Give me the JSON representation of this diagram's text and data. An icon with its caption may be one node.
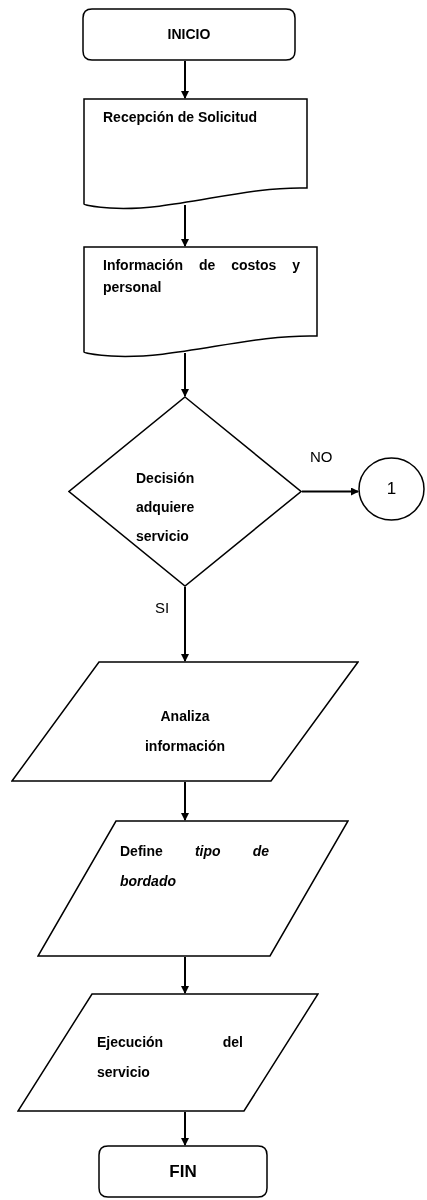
{
  "diagram": {
    "nodes": [
      {
        "text": [
          "INICIO"
        ]
      },
      {
        "text": [
          "Recepción de Solicitud"
        ]
      },
      {
        "text": [
          "Información de costos y personal"
        ]
      },
      {
        "text": [
          "Decisión adquiere servicio"
        ]
      },
      {
        "text": [
          "1"
        ]
      },
      {
        "text": [
          "Analiza información"
        ]
      },
      {
        "text": [
          "Define *tipo de bordado*"
        ]
      },
      {
        "text": [
          "Ejecución del servicio"
        ]
      },
      {
        "text": [
          "FIN"
        ]
      }
    ],
    "edges": [
      {
        "from": 0,
        "to": 1,
        "arrow": "to"
      },
      {
        "from": 1,
        "to": 2,
        "arrow": "to"
      },
      {
        "from": 2,
        "to": 3,
        "arrow": "to"
      },
      {
        "from": 3,
        "to": 4,
        "arrow": "to",
        "label": "NO"
      },
      {
        "from": 3,
        "to": 5,
        "arrow": "to",
        "label": "SI"
      },
      {
        "from": 5,
        "to": 6,
        "arrow": "to"
      },
      {
        "from": 6,
        "to": 7,
        "arrow": "to"
      },
      {
        "from": 7,
        "to": 8,
        "arrow": "to"
      }
    ]
  }
}
